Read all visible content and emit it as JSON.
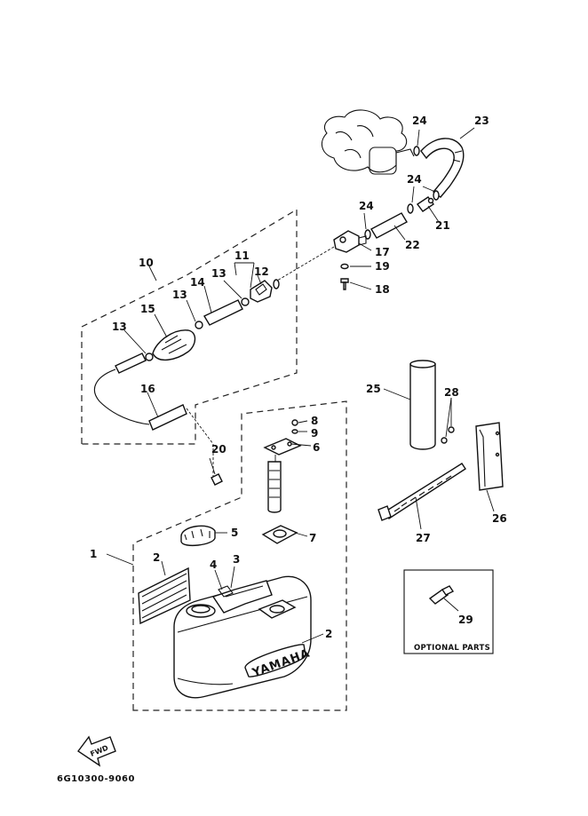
{
  "diagram": {
    "part_labels": [
      "1",
      "2",
      "2",
      "3",
      "4",
      "5",
      "6",
      "7",
      "8",
      "9",
      "10",
      "11",
      "12",
      "13",
      "13",
      "13",
      "14",
      "15",
      "16",
      "17",
      "18",
      "19",
      "20",
      "21",
      "22",
      "23",
      "24",
      "24",
      "24",
      "25",
      "26",
      "27",
      "28",
      "29"
    ],
    "optional_parts_label": "OPTIONAL PARTS",
    "fwd_label": "FWD",
    "tank_brand": "YAMAHA",
    "drawing_code": "6G10300-9060"
  }
}
